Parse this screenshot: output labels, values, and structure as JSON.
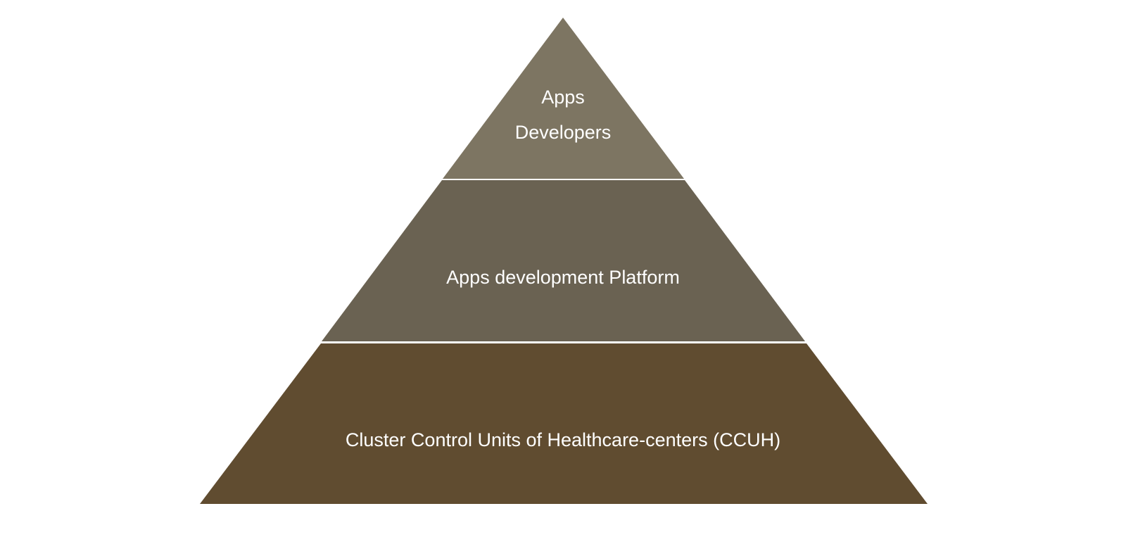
{
  "diagram": {
    "type": "pyramid",
    "tiers": [
      {
        "name": "top",
        "lines": [
          "Apps",
          "Developers"
        ],
        "color": "#7D7562"
      },
      {
        "name": "middle",
        "lines": [
          "Apps development Platform"
        ],
        "color": "#6A6252"
      },
      {
        "name": "bottom",
        "lines": [
          "Cluster Control Units of Healthcare-centers (CCUH)"
        ],
        "color": "#604C30"
      }
    ],
    "separator_color": "#ffffff"
  }
}
